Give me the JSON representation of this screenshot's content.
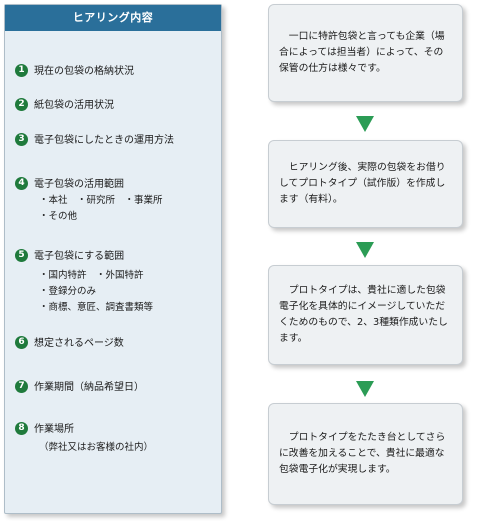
{
  "panel": {
    "title": "ヒアリング内容",
    "items": [
      {
        "num": "1",
        "label": "現在の包袋の格納状況"
      },
      {
        "num": "2",
        "label": "紙包袋の活用状況"
      },
      {
        "num": "3",
        "label": "電子包袋にしたときの運用方法"
      },
      {
        "num": "4",
        "label": "電子包袋の活用範囲",
        "subs": [
          "・本社　・研究所　・事業所",
          "・その他"
        ]
      },
      {
        "num": "5",
        "label": "電子包袋にする範囲",
        "subs": [
          "・国内特許　・外国特許",
          "・登録分のみ",
          "・商標、意匠、調査書類等"
        ]
      },
      {
        "num": "6",
        "label": "想定されるページ数"
      },
      {
        "num": "7",
        "label": "作業期間（納品希望日）"
      },
      {
        "num": "8",
        "label": "作業場所",
        "subs": [
          "（弊社又はお客様の社内）"
        ]
      }
    ]
  },
  "flow": [
    "一口に特許包袋と言っても企業（場合によっては担当者）によって、その保管の仕方は様々です。",
    "ヒアリング後、実際の包袋をお借りしてプロトタイプ（試作版）を作成します（有料）。",
    "プロトタイプは、貴社に適した包袋電子化を具体的にイメージしていただくためのもので、2、3種類作成いたします。",
    "プロトタイプをたたき台としてさらに改善を加えることで、貴社に最適な包袋電子化が実現します。"
  ],
  "colors": {
    "header": "#2a6f9a",
    "badge": "#1f7a3c",
    "arrow": "#2b9c55"
  }
}
